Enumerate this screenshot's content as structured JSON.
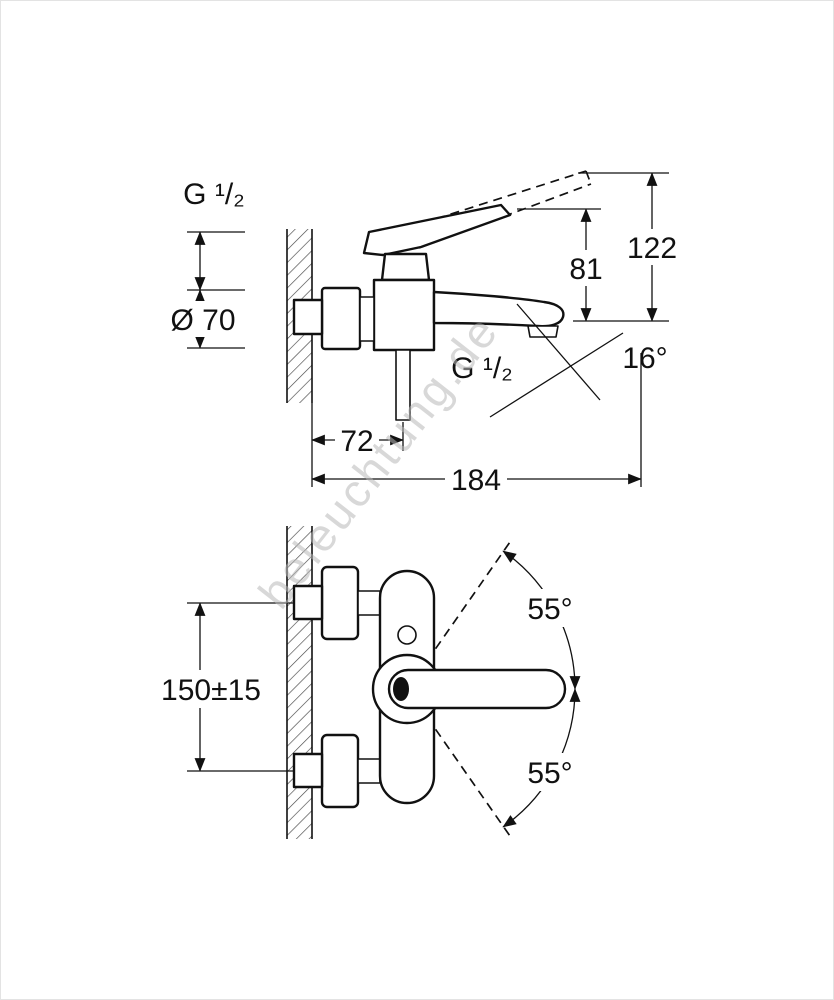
{
  "colors": {
    "line": "#111111",
    "watermark": "#b9b9b9",
    "background": "#ffffff"
  },
  "watermark": {
    "text": "beleuchtung.de"
  },
  "side_view": {
    "thread_label": "G ¹/₂",
    "diameter_label": "Ø 70",
    "overall_height_label": "122",
    "spout_height_label": "81",
    "spout_angle_label": "16°",
    "outlet_thread_label": "G ¹/₂",
    "wall_offset_label": "72",
    "projection_label": "184"
  },
  "front_view": {
    "connection_spacing_label": "150±15",
    "swivel_upper_label": "55°",
    "swivel_lower_label": "55°"
  }
}
